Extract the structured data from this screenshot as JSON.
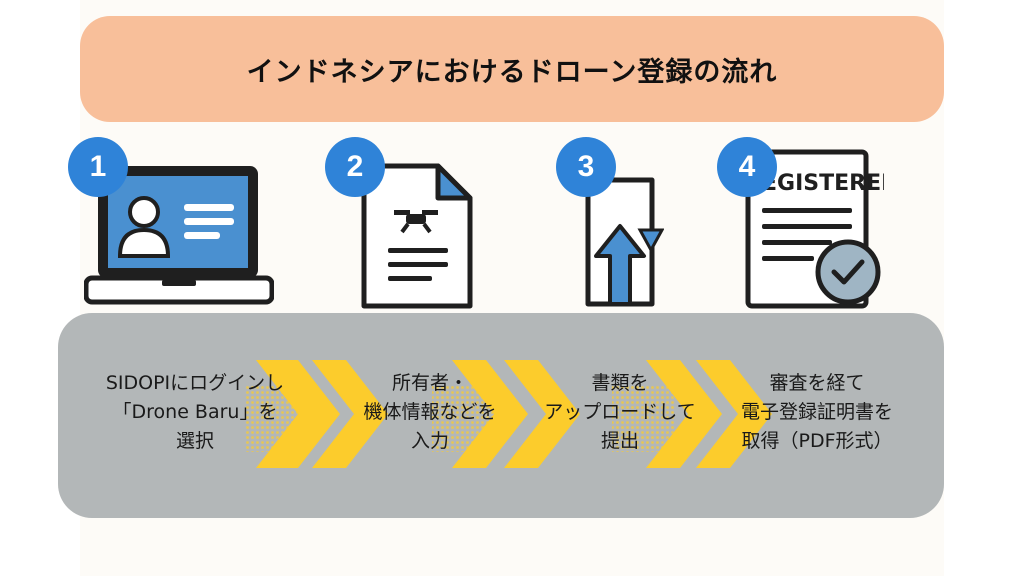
{
  "title": "インドネシアにおけるドローン登録の流れ",
  "steps": [
    {
      "number": "1",
      "icon": "laptop-profile-icon",
      "lines": [
        "SIDOPIにログインし",
        "「Drone Baru」を",
        "選択"
      ]
    },
    {
      "number": "2",
      "icon": "document-drone-icon",
      "lines": [
        "所有者・",
        "機体情報などを",
        "入力"
      ]
    },
    {
      "number": "3",
      "icon": "upload-document-icon",
      "lines": [
        "書類を",
        "アップロードして",
        "提出"
      ]
    },
    {
      "number": "4",
      "icon": "registered-certificate-icon",
      "stamp": "EGISTERED",
      "lines": [
        "審査を経て",
        "電子登録証明書を",
        "取得（PDF形式）"
      ]
    }
  ],
  "colors": {
    "title_bg": "#f8bf9a",
    "badge": "#2f83d8",
    "band": "#b3b7b8",
    "chevron": "#fccc2c"
  }
}
